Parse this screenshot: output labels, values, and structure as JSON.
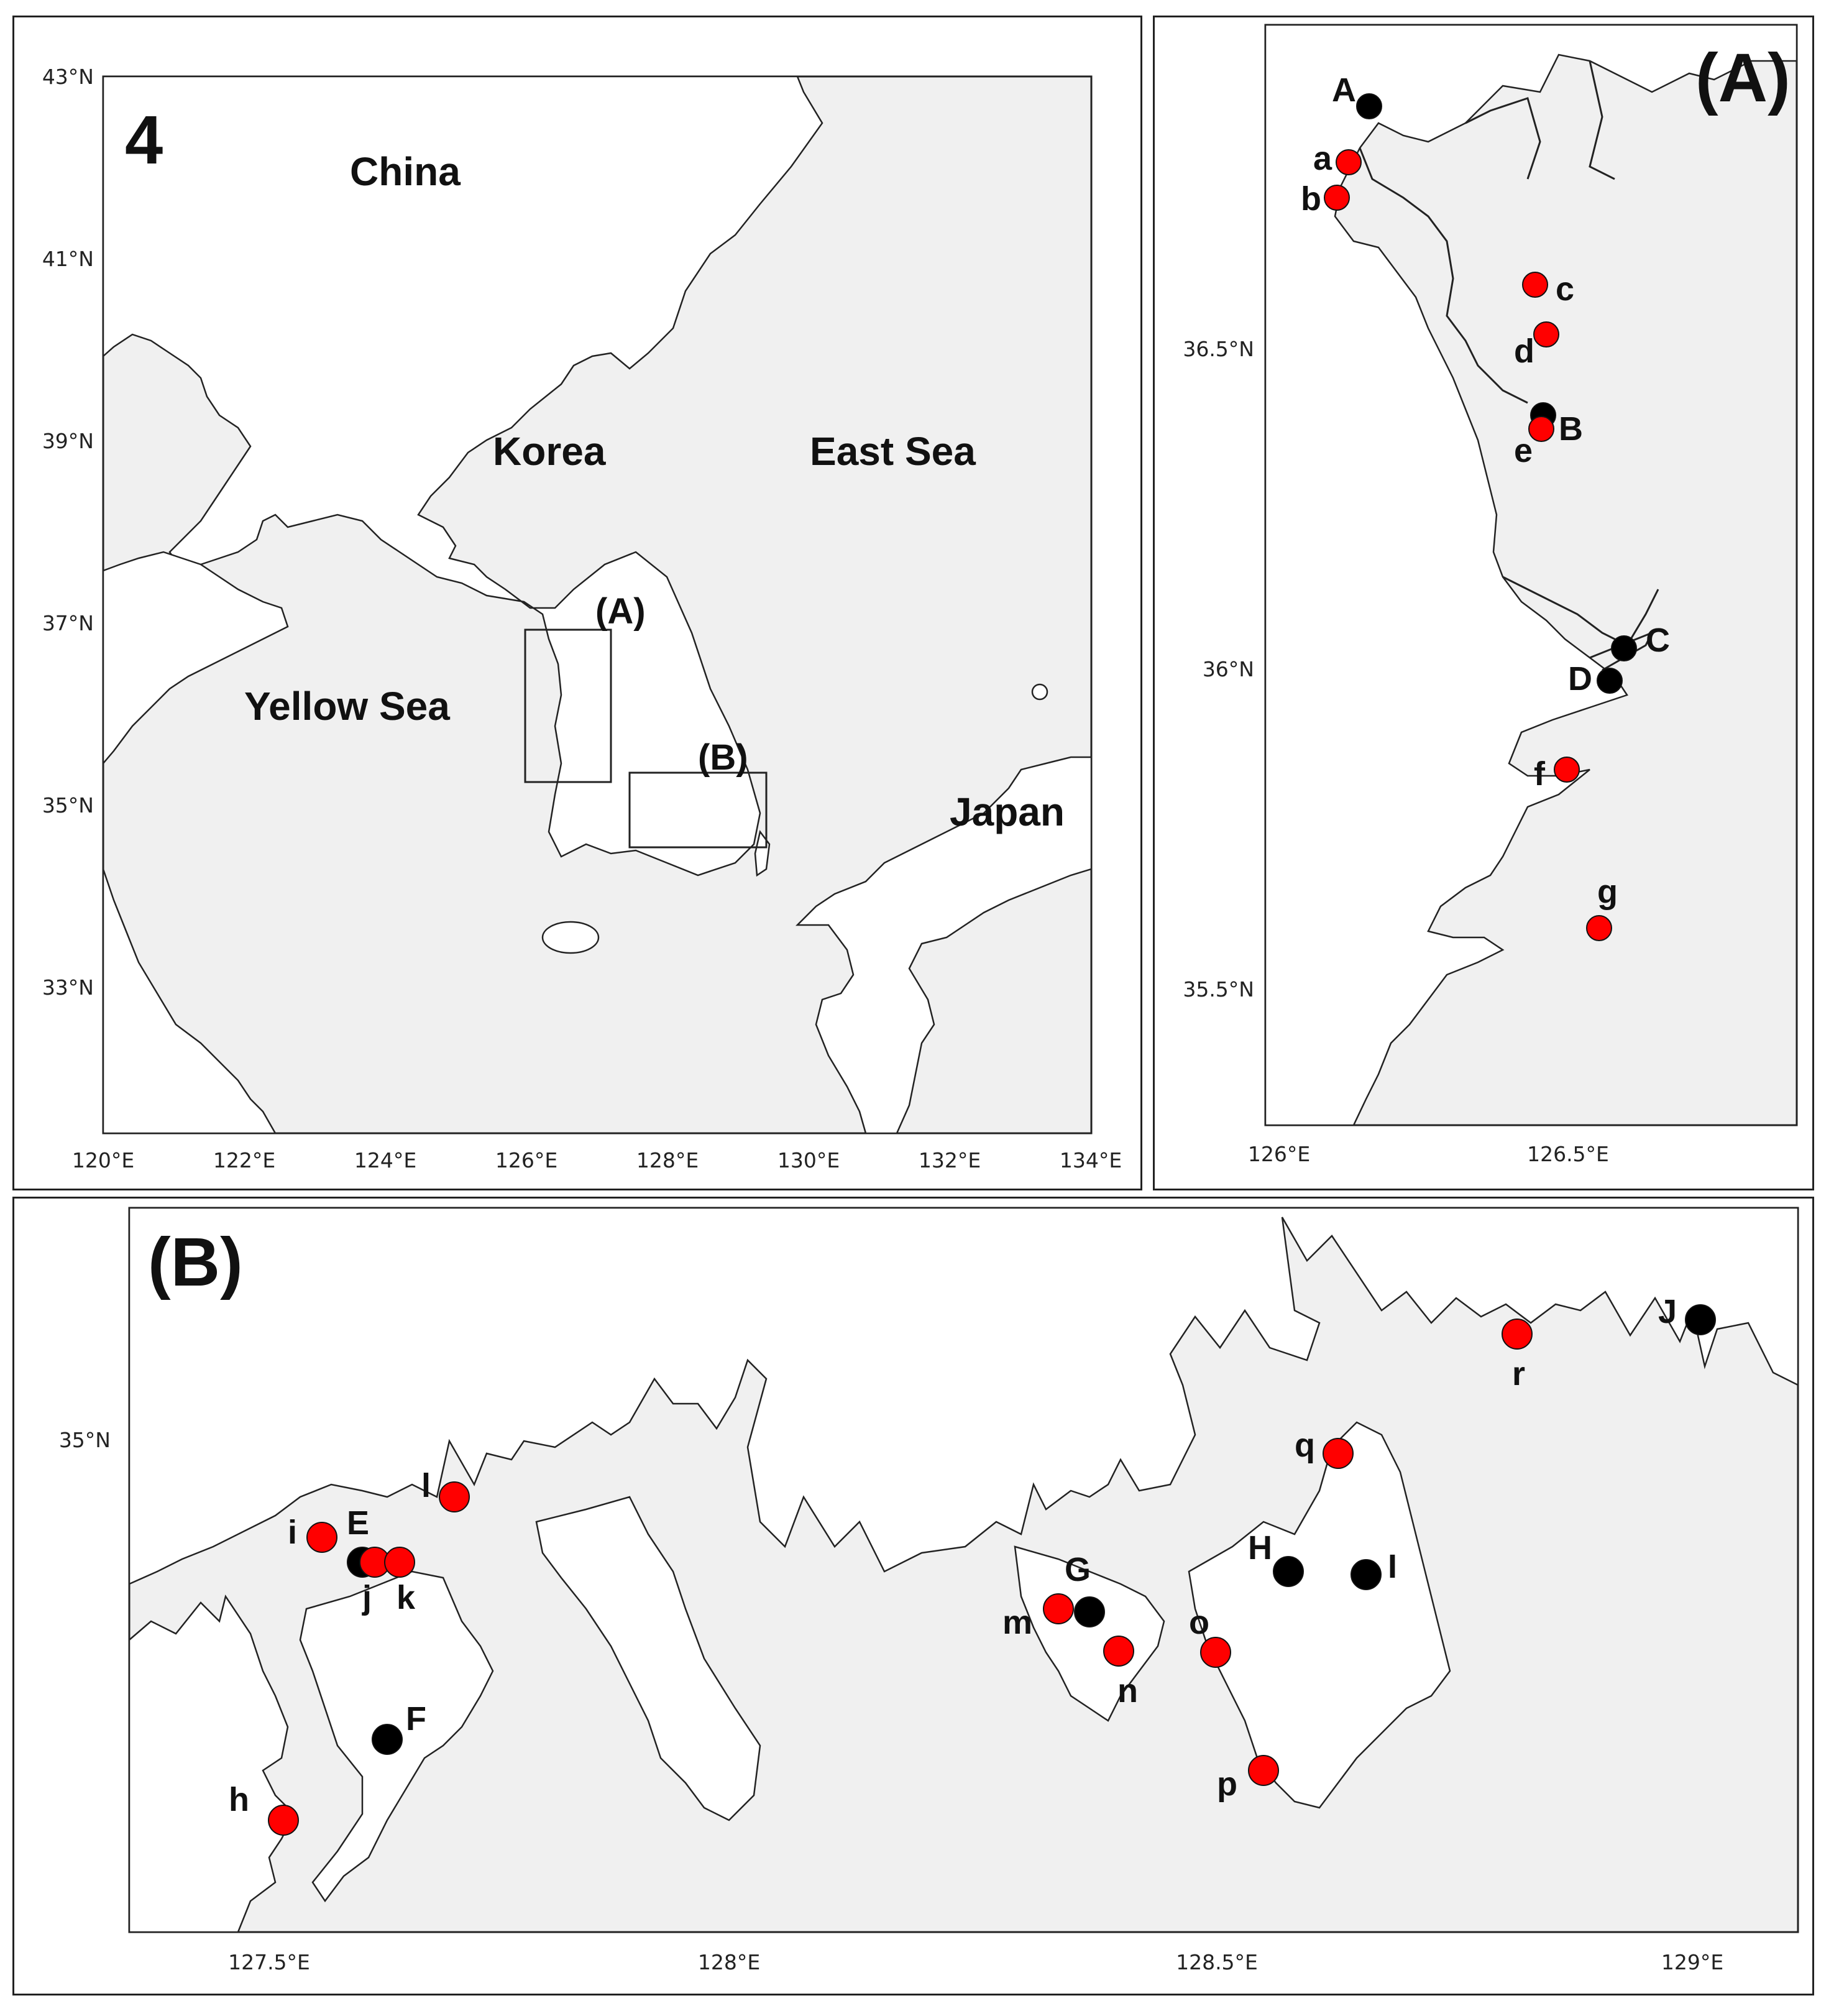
{
  "main": {
    "panel_number": "4",
    "regions": {
      "china": "China",
      "korea": "Korea",
      "east_sea": "East Sea",
      "yellow_sea": "Yellow Sea",
      "japan": "Japan"
    },
    "box_labels": {
      "a": "(A)",
      "b": "(B)"
    },
    "lat_ticks": [
      "43°N",
      "41°N",
      "39°N",
      "37°N",
      "35°N",
      "33°N"
    ],
    "lon_ticks": [
      "120°E",
      "122°E",
      "124°E",
      "126°E",
      "128°E",
      "130°E",
      "132°E",
      "134°E"
    ]
  },
  "panel_a": {
    "title": "(A)",
    "lat_ticks": [
      "36.5°N",
      "36°N",
      "35.5°N"
    ],
    "lon_ticks": [
      "126°E",
      "126.5°E"
    ],
    "sites_black": [
      "A",
      "B",
      "C",
      "D"
    ],
    "sites_red": [
      "a",
      "b",
      "c",
      "d",
      "e",
      "f",
      "g"
    ]
  },
  "panel_b": {
    "title": "(B)",
    "lat_ticks": [
      "35°N"
    ],
    "lon_ticks": [
      "127.5°E",
      "128°E",
      "128.5°E",
      "129°E"
    ],
    "sites_black": [
      "E",
      "F",
      "G",
      "H",
      "I",
      "J"
    ],
    "sites_red": [
      "h",
      "i",
      "j",
      "k",
      "l",
      "m",
      "n",
      "o",
      "p",
      "q",
      "r"
    ]
  },
  "colors": {
    "sea": "#f0f0f0",
    "land": "#ffffff",
    "site_black": "#000000",
    "site_red": "#ff0000"
  }
}
